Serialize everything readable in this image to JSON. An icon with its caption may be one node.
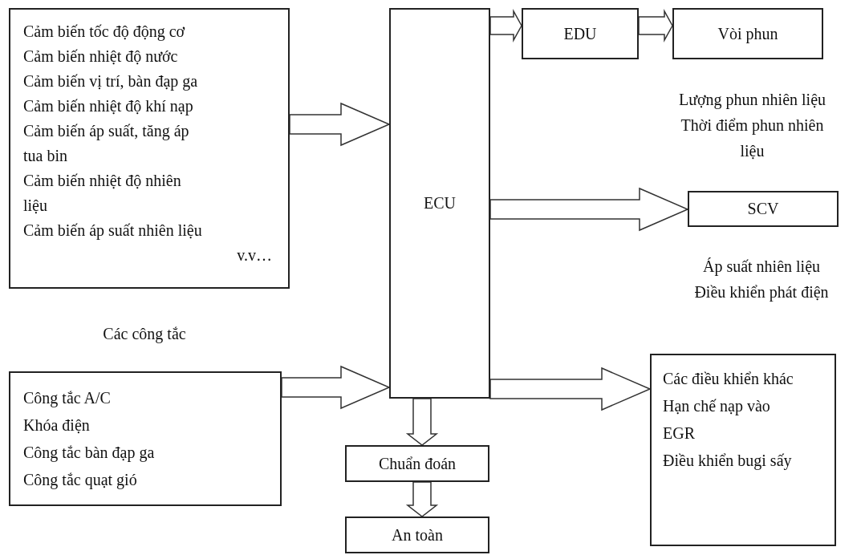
{
  "diagram": {
    "nodes": [
      {
        "text": [
          "Cảm biến tốc độ động cơ",
          "Cảm biến nhiệt độ nước",
          "Cảm biến vị trí, bàn đạp ga",
          "Cảm biến nhiệt độ khí nạp",
          "Cảm biến áp suất, tăng áp tua bin",
          "Cảm biến nhiệt độ nhiên liệu",
          "Cảm biến áp suất nhiên liệu",
          "v.v…"
        ]
      },
      {
        "text": [
          "ECU"
        ]
      },
      {
        "text": [
          "EDU"
        ]
      },
      {
        "text": [
          "Vòi phun"
        ]
      },
      {
        "text": [
          "SCV"
        ]
      },
      {
        "text": [
          "Công tắc A/C",
          "Khóa điện",
          "Công tắc bàn đạp ga",
          "Công tắc quạt gió"
        ]
      },
      {
        "text": [
          "Các điều khiển khác",
          "Hạn chế nạp vào EGR",
          "Điều khiển bugi sấy"
        ]
      },
      {
        "text": [
          "Chuẩn đoán"
        ]
      },
      {
        "text": [
          "An toàn"
        ]
      }
    ],
    "edges": [
      {
        "from": 0,
        "to": 1,
        "arrow": "to"
      },
      {
        "from": 1,
        "to": 2,
        "arrow": "to"
      },
      {
        "from": 2,
        "to": 3,
        "arrow": "to"
      },
      {
        "from": 1,
        "to": 4,
        "arrow": "to"
      },
      {
        "from": 5,
        "to": 1,
        "arrow": "to"
      },
      {
        "from": 1,
        "to": 6,
        "arrow": "to"
      },
      {
        "from": 1,
        "to": 7,
        "arrow": "to"
      },
      {
        "from": 7,
        "to": 8,
        "arrow": "to"
      }
    ],
    "labels": [
      "Lượng phun nhiên liệu",
      "Thời điểm phun nhiên liệu",
      "Áp suất nhiên liệu",
      "Điều khiển phát điện",
      "Các công tắc"
    ]
  }
}
